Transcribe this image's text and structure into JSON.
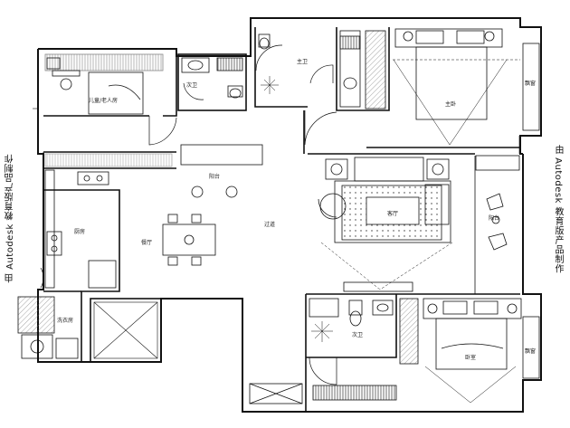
{
  "watermark_left": "由 Autodesk 教育版产品制作",
  "watermark_right": "由 Autodesk 教育版产品制作",
  "rooms": {
    "kids_room": "儿童/老人房",
    "second_bath": "次卫",
    "main_bath": "主卫",
    "master_bedroom": "主卧",
    "balcony_1": "阳台",
    "kitchen": "厨房",
    "dining": "餐厅",
    "hallway": "过道",
    "living": "客厅",
    "balcony_2": "阳台",
    "window_bay": "飘窗",
    "laundry": "洗衣房",
    "bath_3": "次卫",
    "bedroom_2": "卧室",
    "window_bay_2": "飘窗"
  },
  "colors": {
    "wall": "#111111",
    "furniture": "#333333",
    "hatch": "#555555"
  }
}
